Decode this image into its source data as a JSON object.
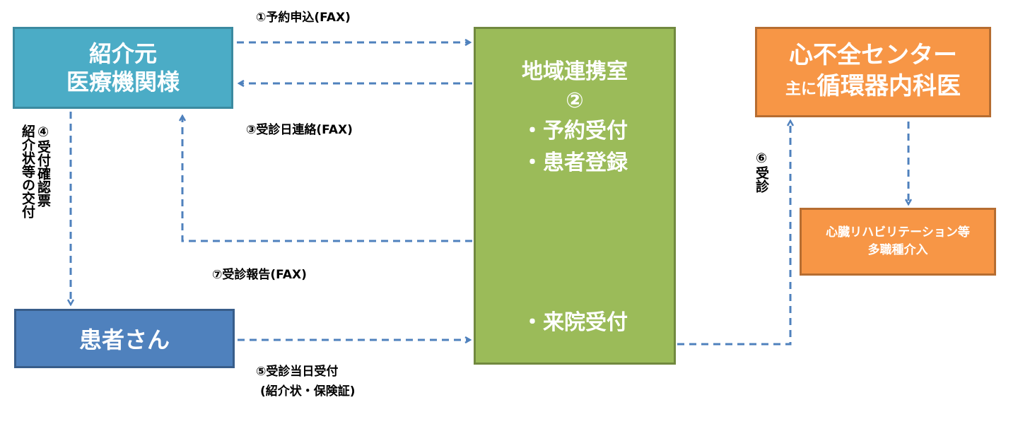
{
  "nodes": {
    "referrer": {
      "line1": "紹介元",
      "line2": "医療機関様"
    },
    "patient": {
      "label": "患者さん"
    },
    "liaison": {
      "title": "地域連携室",
      "number": "②",
      "item1": "・予約受付",
      "item2": "・患者登録",
      "item3": "・来院受付"
    },
    "heart_center": {
      "line1": "心不全センター",
      "line2_prefix": "主に",
      "line2_main": "循環器内科医"
    },
    "rehab": {
      "line1": "心臓リハビリテーション等",
      "line2": "多職種介入"
    }
  },
  "edges": {
    "e1": "①予約申込(FAX)",
    "e3": "③受診日連絡(FAX)",
    "e4_line1": "④受付確認票",
    "e4_line2": "紹介状等の交付",
    "e5_line1": "⑤受診当日受付",
    "e5_line2": "(紹介状・保険証)",
    "e6": "⑥受診",
    "e7": "⑦受診報告(FAX)"
  },
  "colors": {
    "referrer": "#4bacc6",
    "patient": "#4f81bd",
    "liaison": "#9bbb59",
    "heart_center": "#f79646",
    "arrow": "#4f81bd"
  }
}
